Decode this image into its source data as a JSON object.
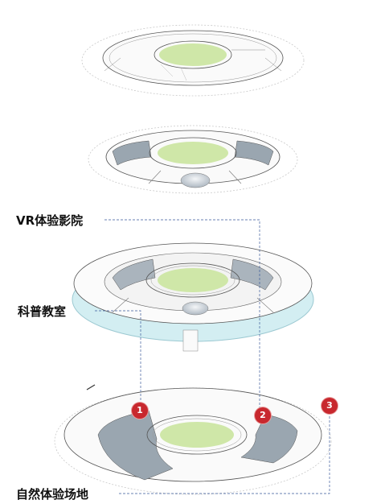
{
  "labels": {
    "vr_theater": "VR体验影院",
    "science_classroom": "科普教室",
    "nature_field": "自然体验场地"
  },
  "markers": [
    "1",
    "2",
    "3"
  ],
  "colors": {
    "lawn": "#cfe7a8",
    "glass_ring": "#d3eef2",
    "rooms": "#9aa6b0",
    "marker": "#c8282e",
    "leader": "#3a5a9a"
  }
}
